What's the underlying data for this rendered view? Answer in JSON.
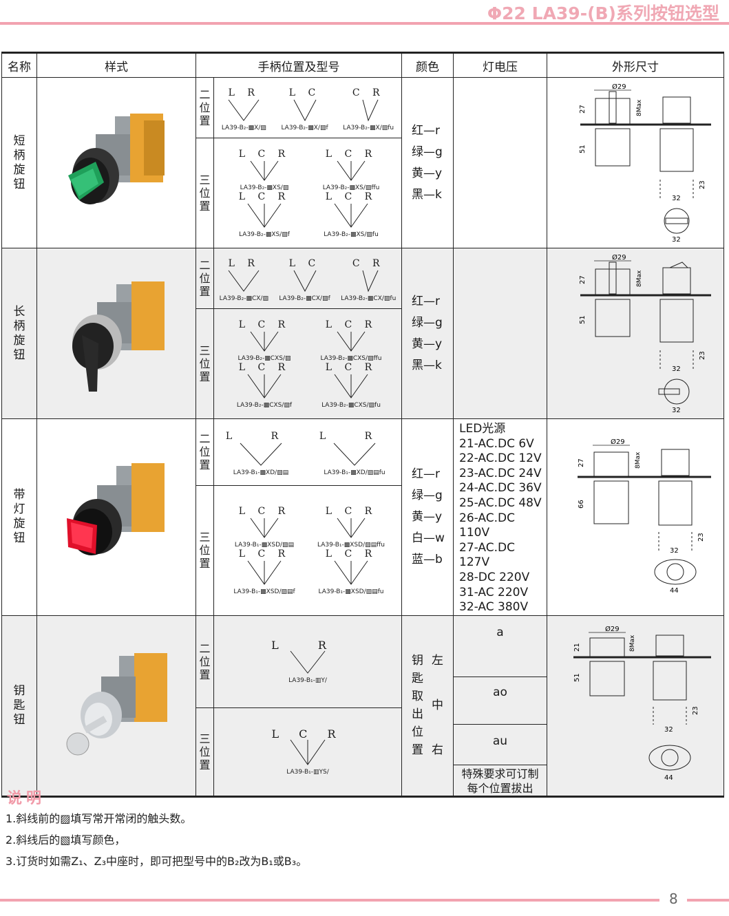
{
  "header": {
    "title": "Φ22 LA39-(B)系列按钮选型"
  },
  "table": {
    "headers": [
      "名称",
      "样式",
      "手柄位置及型号",
      "颜色",
      "灯电压",
      "外形尺寸"
    ],
    "pos_two": [
      "二",
      "位",
      "置"
    ],
    "pos_three": [
      "三",
      "位",
      "置"
    ],
    "rows": [
      {
        "name": [
          "短",
          "柄",
          "旋",
          "钮"
        ],
        "two": [
          {
            "letters": "L R",
            "model": "LA39-B₂-▩X/▨"
          },
          {
            "letters": "L C",
            "model": "LA39-B₂-▩X/▨f"
          },
          {
            "letters": "C R",
            "model": "LA39-B₂-▩X/▨fu"
          }
        ],
        "three": [
          {
            "letters": "L C R",
            "model": "LA39-B₂-▩XS/▨"
          },
          {
            "letters": "L C R",
            "model": "LA39-B₂-▩XS/▨ffu"
          },
          {
            "letters": "L C R",
            "model": "LA39-B₂-▩XS/▨f"
          },
          {
            "letters": "L C R",
            "model": "LA39-B₂-▩XS/▨fu"
          }
        ],
        "colors": [
          "红—r",
          "绿—g",
          "黄—y",
          "黑—k"
        ]
      },
      {
        "name": [
          "长",
          "柄",
          "旋",
          "钮"
        ],
        "two": [
          {
            "letters": "L R",
            "model": "LA39-B₂-▩CX/▨"
          },
          {
            "letters": "L C",
            "model": "LA39-B₂-▩CX/▨f"
          },
          {
            "letters": "C R",
            "model": "LA39-B₂-▩CX/▨fu"
          }
        ],
        "three": [
          {
            "letters": "L C R",
            "model": "LA39-B₂-▩CXS/▨"
          },
          {
            "letters": "L C R",
            "model": "LA39-B₂-▩CXS/▨ffu"
          },
          {
            "letters": "L C R",
            "model": "LA39-B₂-▩CXS/▨f"
          },
          {
            "letters": "L C R",
            "model": "LA39-B₂-▩CXS/▨fu"
          }
        ],
        "colors": [
          "红—r",
          "绿—g",
          "黄—y",
          "黑—k"
        ]
      },
      {
        "name": [
          "带",
          "灯",
          "旋",
          "钮"
        ],
        "two": [
          {
            "letters": "L R",
            "model": "LA39-B₁-▩XD/▨▤"
          },
          {
            "letters": "L R",
            "model": "LA39-B₁-▩XD/▨▤fu"
          }
        ],
        "three": [
          {
            "letters": "L C R",
            "model": "LA39-B₁-▩XSD/▨▤"
          },
          {
            "letters": "L C R",
            "model": "LA39-B₁-▩XSD/▨▤ffu"
          },
          {
            "letters": "L C R",
            "model": "LA39-B₁-▩XSD/▨▤f"
          },
          {
            "letters": "L C R",
            "model": "LA39-B₁-▩XSD/▨▤fu"
          }
        ],
        "colors": [
          "红—r",
          "绿—g",
          "黄—y",
          "白—w",
          "蓝—b"
        ],
        "voltage": [
          "LED光源",
          "21-AC.DC 6V",
          "22-AC.DC 12V",
          "23-AC.DC 24V",
          "24-AC.DC 36V",
          "25-AC.DC 48V",
          "26-AC.DC 110V",
          "27-AC.DC 127V",
          "28-DC 220V",
          "31-AC 220V",
          "32-AC 380V"
        ]
      },
      {
        "name": [
          "钥",
          "匙",
          "钮"
        ],
        "two": [
          {
            "letters": "L R",
            "model": "LA39-B₁-▥Y/"
          }
        ],
        "three": [
          {
            "letters": "L C R",
            "model": "LA39-B₁-▥YS/"
          }
        ],
        "key_label": [
          "钥",
          "匙",
          "取",
          "出",
          "位",
          "置"
        ],
        "key_pos": [
          "左",
          "中",
          "右"
        ],
        "key_codes": [
          "a",
          "ao",
          "au"
        ],
        "key_note": [
          "特殊要求可订制",
          "每个位置拔出"
        ]
      }
    ]
  },
  "dims": {
    "d29": "Ø29",
    "max8": "8Max",
    "d27": "27",
    "d21": "21",
    "d51": "51",
    "d66": "66",
    "d23": "23",
    "d32": "32",
    "d44": "44"
  },
  "footer": {
    "title": "说明",
    "notes": [
      "1.斜线前的▨填写常开常闭的触头数。",
      "2.斜线后的▧填写颜色，",
      "3.订货时如需Z₁、Z₃中座时，即可把型号中的B₂改为B₁或B₃。"
    ],
    "page": "8"
  },
  "colors": {
    "accent": "#f2a3b0",
    "green_knob": "#1fa05a",
    "red_knob": "#e0102a",
    "black_knob": "#222222"
  }
}
